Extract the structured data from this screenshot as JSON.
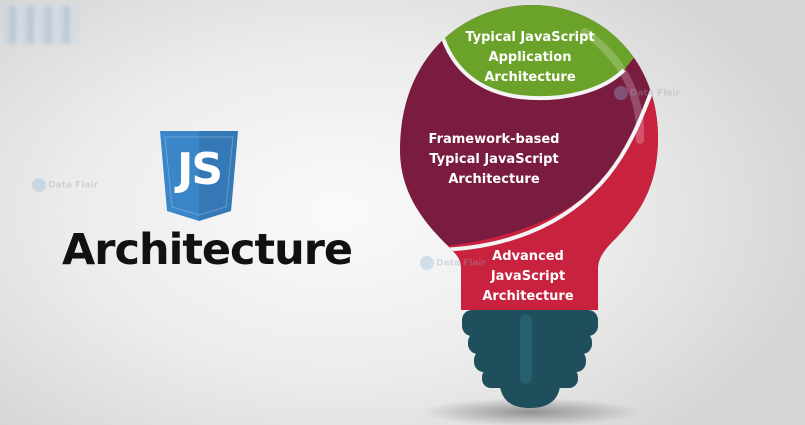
{
  "title": "Architecture",
  "badge": {
    "text": "JS",
    "color": "#3b86c9",
    "shade": "#2f6ea6"
  },
  "watermark": "Data Flair",
  "layers": [
    {
      "label": "Typical JavaScript\nApplication\nArchitecture",
      "color": "#6aa22a"
    },
    {
      "label": "Framework-based\nTypical JavaScript\nArchitecture",
      "color": "#7a1c40"
    },
    {
      "label": "Advanced\nJavaScript\nArchitecture",
      "color": "#c8223f"
    }
  ],
  "bulb_base": {
    "color": "#1f4e5c",
    "highlight": "#2c6a7a"
  },
  "icons": [
    "js-shield-icon",
    "lightbulb-icon",
    "dataflair-logo-icon"
  ]
}
